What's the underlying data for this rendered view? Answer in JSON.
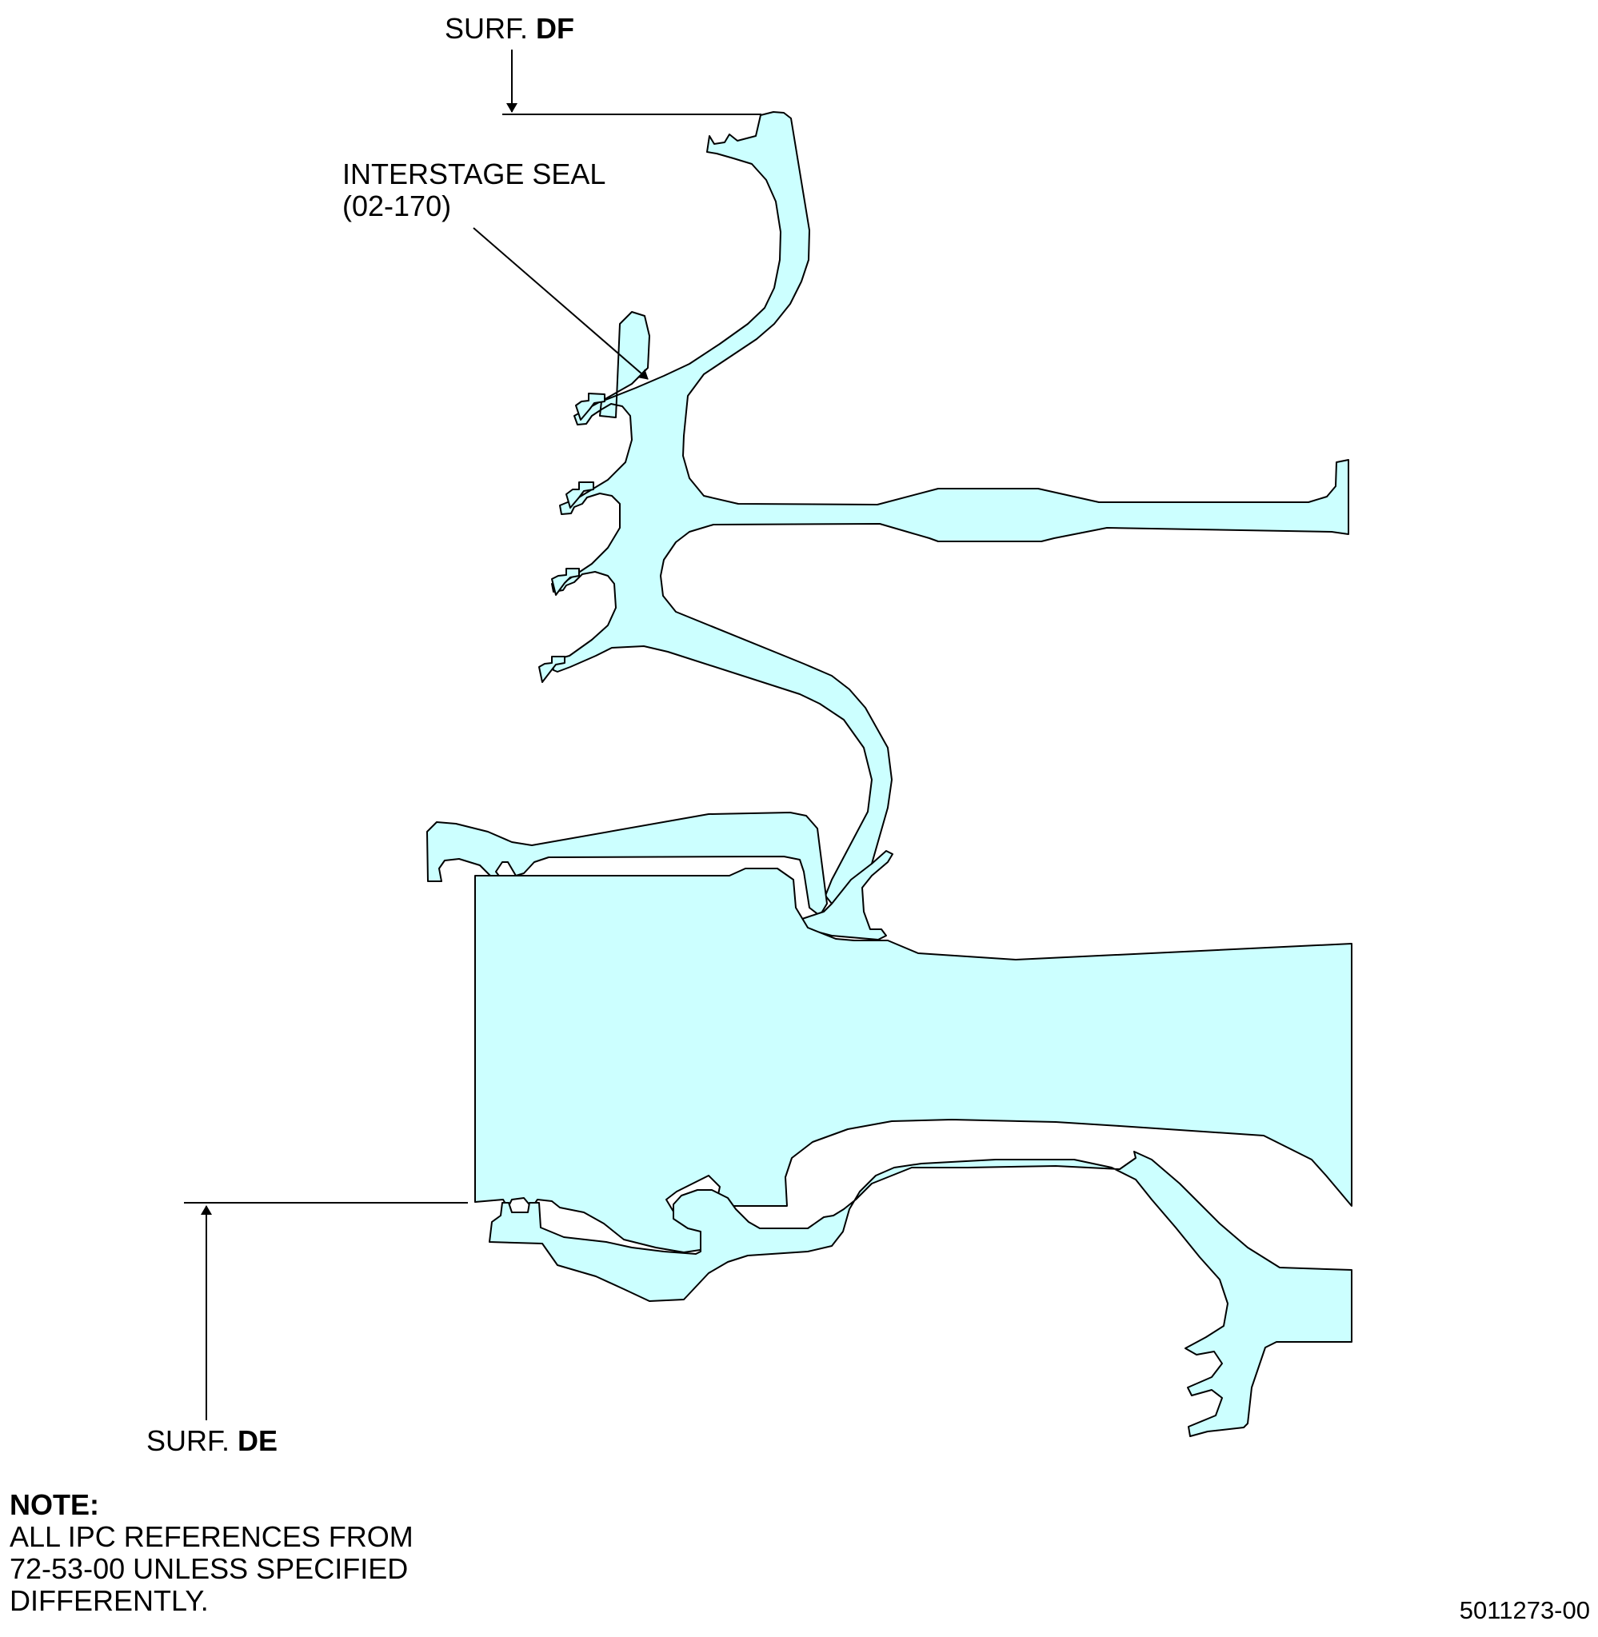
{
  "labels": {
    "surf_df_prefix": "SURF.",
    "surf_df_code": "DF",
    "surf_de_prefix": "SURF.",
    "surf_de_code": "DE",
    "part_name": "INTERSTAGE SEAL",
    "part_ref": "(02-170)"
  },
  "note": {
    "title": "NOTE:",
    "lines": [
      "ALL IPC REFERENCES FROM",
      "72-53-00 UNLESS SPECIFIED",
      "DIFFERENTLY."
    ]
  },
  "document_number": "5011273-00",
  "colors": {
    "part_fill": "#ccffff",
    "outline": "#000000",
    "background": "#ffffff"
  }
}
